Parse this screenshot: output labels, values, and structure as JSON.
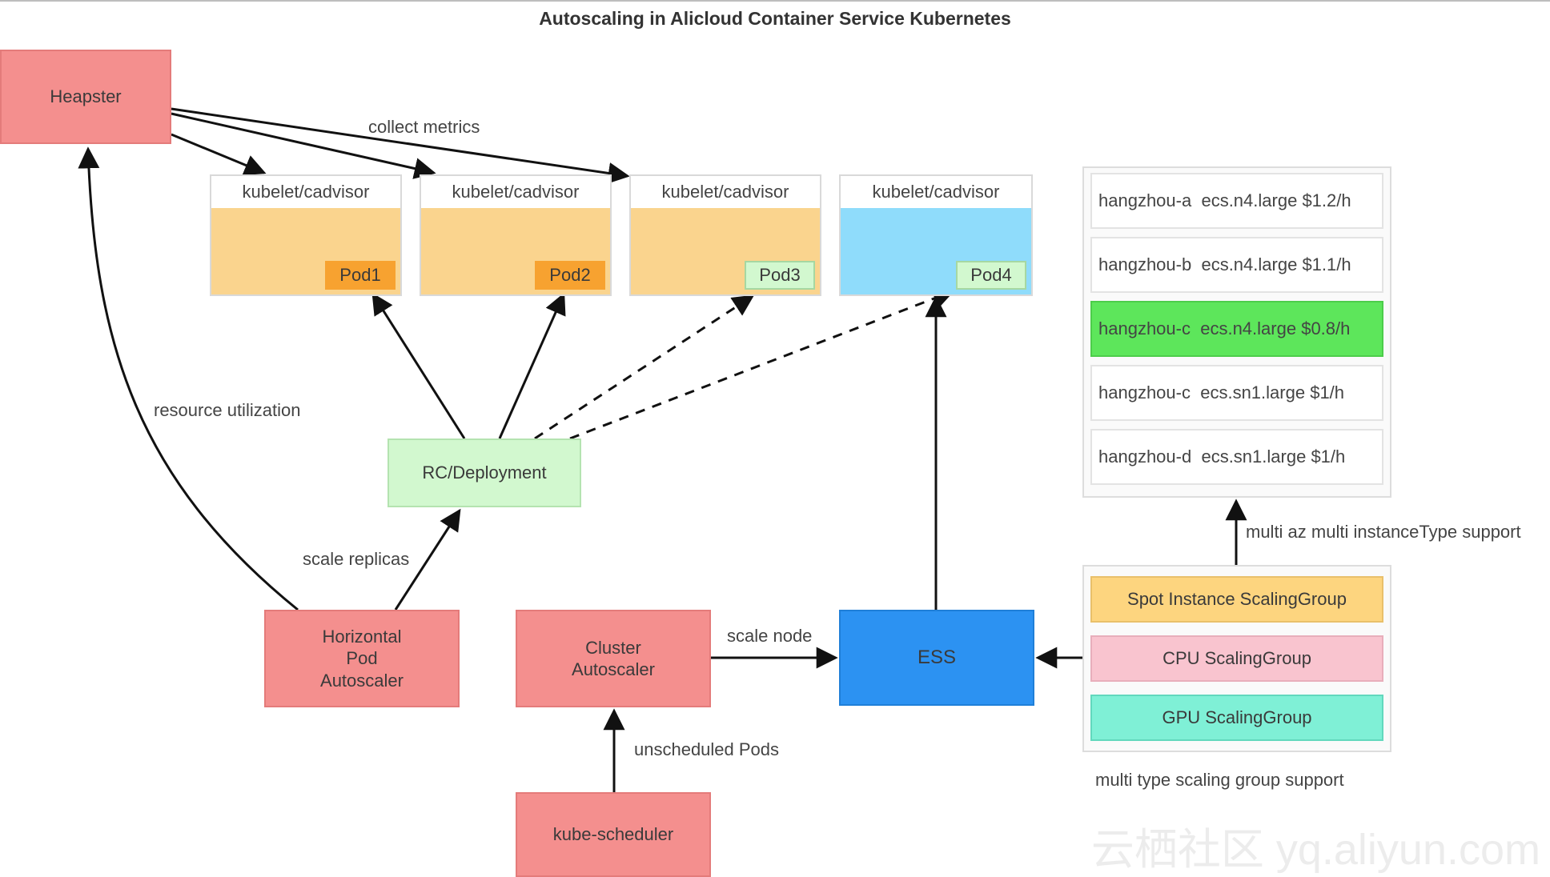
{
  "title": "Autoscaling in Alicloud Container Service Kubernetes",
  "nodes": {
    "heapster": "Heapster",
    "hpa": [
      "Horizontal",
      "Pod",
      "Autoscaler"
    ],
    "cluster_autoscaler": [
      "Cluster",
      "Autoscaler"
    ],
    "kube_scheduler": "kube-scheduler",
    "rc_deployment": "RC/Deployment",
    "ess": "ESS"
  },
  "kubelets": [
    {
      "header": "kubelet/cadvisor",
      "pod": "Pod1"
    },
    {
      "header": "kubelet/cadvisor",
      "pod": "Pod2"
    },
    {
      "header": "kubelet/cadvisor",
      "pod": "Pod3"
    },
    {
      "header": "kubelet/cadvisor",
      "pod": "Pod4"
    }
  ],
  "edge_labels": {
    "collect_metrics": "collect metrics",
    "resource_utilization": "resource utilization",
    "scale_replicas": "scale replicas",
    "scale_node": "scale node",
    "unscheduled_pods": "unscheduled Pods",
    "multi_az": "multi az multi instanceType support",
    "multi_type": "multi type scaling group support"
  },
  "zones": [
    {
      "zone": "hangzhou-a",
      "instance": "ecs.n4.large",
      "price": "$1.2/h",
      "selected": false
    },
    {
      "zone": "hangzhou-b",
      "instance": "ecs.n4.large",
      "price": "$1.1/h",
      "selected": false
    },
    {
      "zone": "hangzhou-c",
      "instance": "ecs.n4.large",
      "price": "$0.8/h",
      "selected": true
    },
    {
      "zone": "hangzhou-c",
      "instance": "ecs.sn1.large",
      "price": "$1/h",
      "selected": false
    },
    {
      "zone": "hangzhou-d",
      "instance": "ecs.sn1.large",
      "price": "$1/h",
      "selected": false
    }
  ],
  "scaling_groups": [
    {
      "name": "Spot Instance ScalingGroup",
      "color": "#fdd57f"
    },
    {
      "name": "CPU ScalingGroup",
      "color": "#f9c4cf"
    },
    {
      "name": "GPU ScalingGroup",
      "color": "#7ff0d6"
    }
  ],
  "watermark": "云栖社区 yq.aliyun.com",
  "colors": {
    "component": "#f48f8e",
    "kubelet_orange": "#fad48e",
    "kubelet_blue": "#8fdcfb",
    "pod_orange": "#f7a230",
    "pod_new": "#d2f8cf",
    "deployment": "#d2f8cf",
    "ess": "#2c92f2",
    "selected_zone": "#5de65b"
  }
}
